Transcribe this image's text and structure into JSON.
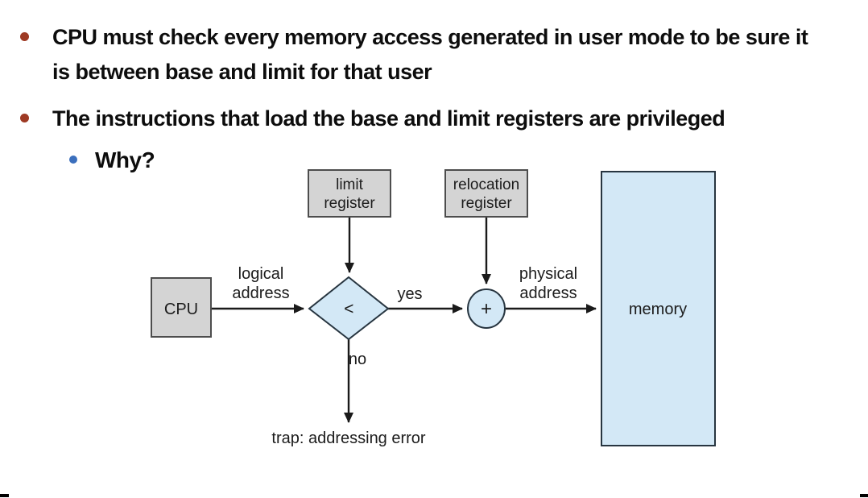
{
  "slide": {
    "bullets": [
      {
        "label": "CPU must check every memory access generated in user mode to be sure it is between base and limit for that user"
      },
      {
        "label": "The instructions that load the base and limit registers are privileged"
      }
    ],
    "sub_bullet": {
      "label": "Why?"
    },
    "bullet_color": "#9e3a24",
    "sub_bullet_color": "#3b6fbd"
  },
  "diagram": {
    "nodes": {
      "cpu": "CPU",
      "limit_register_line1": "limit",
      "limit_register_line2": "register",
      "relocation_register_line1": "relocation",
      "relocation_register_line2": "register",
      "comparator": "<",
      "adder": "+",
      "memory": "memory"
    },
    "labels": {
      "logical_line1": "logical",
      "logical_line2": "address",
      "physical_line1": "physical",
      "physical_line2": "address",
      "yes": "yes",
      "no": "no",
      "trap": "trap: addressing error"
    },
    "colors": {
      "register_fill": "#d4d4d4",
      "register_stroke": "#4d4d4d",
      "blue_fill": "#d3e8f6",
      "blue_stroke": "#273540",
      "arrow": "#1a1a1a"
    }
  }
}
